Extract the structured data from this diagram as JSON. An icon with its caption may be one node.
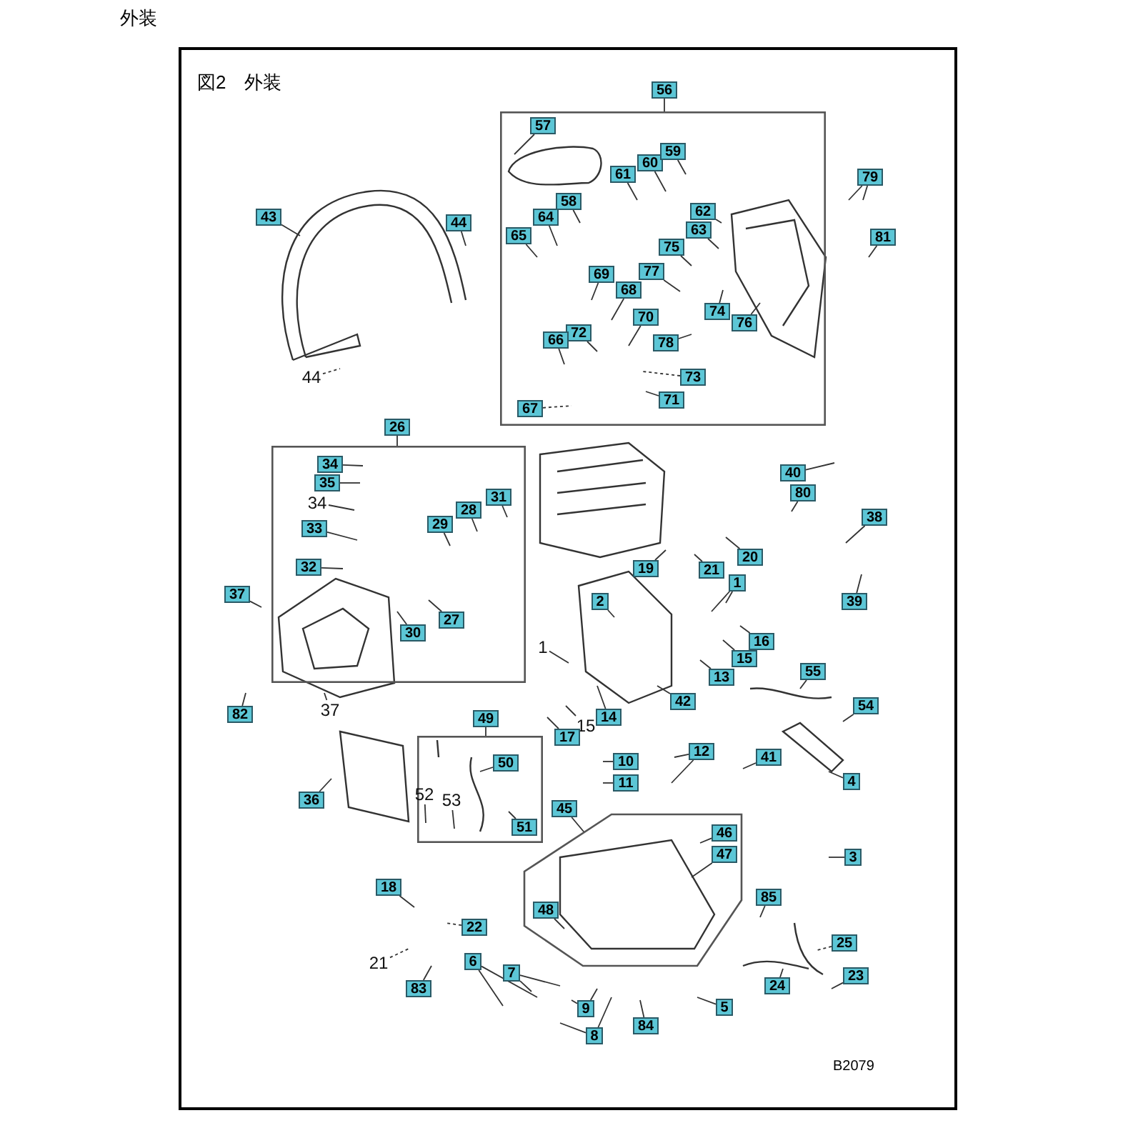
{
  "diagram": {
    "title": "外装",
    "nodes": [
      {
        "text": [
          "56"
        ]
      },
      {
        "text": [],
        "shape": "box"
      },
      {
        "text": [
          "57"
        ],
        "in": 1
      },
      {
        "text": [
          "61"
        ],
        "in": 1
      },
      {
        "text": [
          "60"
        ],
        "in": 1
      },
      {
        "text": [
          "59"
        ],
        "in": 1
      },
      {
        "text": [
          "58"
        ],
        "in": 1
      },
      {
        "text": [
          "64"
        ],
        "in": 1
      },
      {
        "text": [
          "65"
        ],
        "in": 1
      },
      {
        "text": [
          "62"
        ],
        "in": 1
      },
      {
        "text": [
          "63"
        ],
        "in": 1
      },
      {
        "text": [
          "75"
        ],
        "in": 1
      },
      {
        "text": [
          "77"
        ],
        "in": 1
      },
      {
        "text": [
          "69"
        ],
        "in": 1
      },
      {
        "text": [
          "68"
        ],
        "in": 1
      },
      {
        "text": [
          "74"
        ],
        "in": 1
      },
      {
        "text": [
          "76"
        ],
        "in": 1
      },
      {
        "text": [
          "70"
        ],
        "in": 1
      },
      {
        "text": [
          "72"
        ],
        "in": 1
      },
      {
        "text": [
          "78"
        ],
        "in": 1
      },
      {
        "text": [
          "66"
        ],
        "in": 1
      },
      {
        "text": [
          "73"
        ],
        "in": 1
      },
      {
        "text": [
          "71"
        ],
        "in": 1
      },
      {
        "text": [
          "67"
        ],
        "in": 1
      },
      {
        "text": [
          "79"
        ]
      },
      {
        "text": [
          "81"
        ]
      },
      {
        "text": [
          "43"
        ]
      },
      {
        "text": [
          "44"
        ]
      },
      {
        "text": [
          "44"
        ]
      },
      {
        "text": [
          "26"
        ]
      },
      {
        "text": [],
        "shape": "box"
      },
      {
        "text": [
          "34"
        ],
        "in": 30
      },
      {
        "text": [
          "35"
        ],
        "in": 30
      },
      {
        "text": [
          "34"
        ],
        "in": 30
      },
      {
        "text": [
          "33"
        ],
        "in": 30
      },
      {
        "text": [
          "32"
        ],
        "in": 30
      },
      {
        "text": [
          "29"
        ],
        "in": 30
      },
      {
        "text": [
          "28"
        ],
        "in": 30
      },
      {
        "text": [
          "31"
        ],
        "in": 30
      },
      {
        "text": [
          "27"
        ],
        "in": 30
      },
      {
        "text": [
          "30"
        ],
        "in": 30
      },
      {
        "text": [
          "40"
        ]
      },
      {
        "text": [
          "80"
        ]
      },
      {
        "text": [
          "38"
        ]
      },
      {
        "text": [
          "19"
        ]
      },
      {
        "text": [
          "20"
        ]
      },
      {
        "text": [
          "21"
        ]
      },
      {
        "text": [
          "1"
        ]
      },
      {
        "text": [
          "39"
        ]
      },
      {
        "text": [
          "37"
        ]
      },
      {
        "text": [
          "2"
        ]
      },
      {
        "text": [
          "16"
        ]
      },
      {
        "text": [
          "15"
        ]
      },
      {
        "text": [
          "13"
        ]
      },
      {
        "text": [
          "1"
        ]
      },
      {
        "text": [
          "42"
        ]
      },
      {
        "text": [
          "14"
        ]
      },
      {
        "text": [
          "15"
        ]
      },
      {
        "text": [
          "17"
        ]
      },
      {
        "text": [
          "82"
        ]
      },
      {
        "text": [
          "37"
        ]
      },
      {
        "text": [
          "55"
        ]
      },
      {
        "text": [
          "54"
        ]
      },
      {
        "text": [
          "49"
        ]
      },
      {
        "text": [],
        "shape": "box"
      },
      {
        "text": [
          "50"
        ],
        "in": 64
      },
      {
        "text": [
          "52"
        ],
        "in": 64
      },
      {
        "text": [
          "53"
        ],
        "in": 64
      },
      {
        "text": [
          "51"
        ],
        "in": 64
      },
      {
        "text": [
          "10"
        ]
      },
      {
        "text": [
          "11"
        ]
      },
      {
        "text": [
          "12"
        ]
      },
      {
        "text": [
          "41"
        ]
      },
      {
        "text": [
          "4"
        ]
      },
      {
        "text": [
          "36"
        ]
      },
      {
        "text": [
          "45"
        ]
      },
      {
        "text": [],
        "shape": "hexagon"
      },
      {
        "text": [
          "46"
        ],
        "in": 76
      },
      {
        "text": [
          "47"
        ],
        "in": 76
      },
      {
        "text": [
          "48"
        ],
        "in": 76
      },
      {
        "text": [
          "3"
        ]
      },
      {
        "text": [
          "18"
        ]
      },
      {
        "text": [
          "22"
        ]
      },
      {
        "text": [
          "21"
        ]
      },
      {
        "text": [
          "85"
        ]
      },
      {
        "text": [
          "83"
        ]
      },
      {
        "text": [
          "6"
        ]
      },
      {
        "text": [
          "7"
        ]
      },
      {
        "text": [
          "25"
        ]
      },
      {
        "text": [
          "23"
        ]
      },
      {
        "text": [
          "24"
        ]
      },
      {
        "text": [
          "9"
        ]
      },
      {
        "text": [
          "8"
        ]
      },
      {
        "text": [
          "84"
        ]
      },
      {
        "text": [
          "5"
        ]
      }
    ],
    "edges": [
      {
        "from": 2,
        "to": null,
        "arrow": "none"
      },
      {
        "from": 3,
        "to": null,
        "arrow": "none"
      },
      {
        "from": 4,
        "to": null,
        "arrow": "none"
      },
      {
        "from": 5,
        "to": null,
        "arrow": "none"
      },
      {
        "from": 6,
        "to": null,
        "arrow": "none"
      },
      {
        "from": 7,
        "to": null,
        "arrow": "none"
      },
      {
        "from": 8,
        "to": null,
        "arrow": "none"
      },
      {
        "from": 9,
        "to": null,
        "arrow": "none"
      },
      {
        "from": 10,
        "to": null,
        "arrow": "none"
      },
      {
        "from": 11,
        "to": null,
        "arrow": "none"
      },
      {
        "from": 12,
        "to": null,
        "arrow": "none"
      },
      {
        "from": 13,
        "to": null,
        "arrow": "none"
      },
      {
        "from": 14,
        "to": null,
        "arrow": "none"
      },
      {
        "from": 15,
        "to": null,
        "arrow": "none"
      },
      {
        "from": 16,
        "to": null,
        "arrow": "none"
      },
      {
        "from": 17,
        "to": null,
        "arrow": "none"
      },
      {
        "from": 18,
        "to": null,
        "arrow": "none"
      },
      {
        "from": 19,
        "to": null,
        "arrow": "none"
      },
      {
        "from": 20,
        "to": null,
        "arrow": "none"
      },
      {
        "from": 21,
        "to": null,
        "arrow": "none",
        "style": "dashed"
      },
      {
        "from": 22,
        "to": null,
        "arrow": "none"
      },
      {
        "from": 23,
        "to": null,
        "arrow": "none",
        "style": "dashed"
      },
      {
        "from": 24,
        "to": null,
        "arrow": "none"
      },
      {
        "from": 24,
        "to": null,
        "arrow": "none"
      },
      {
        "from": 25,
        "to": null,
        "arrow": "none"
      },
      {
        "from": 26,
        "to": null,
        "arrow": "none"
      },
      {
        "from": 27,
        "to": null,
        "arrow": "none"
      },
      {
        "from": 28,
        "to": null,
        "arrow": "none",
        "style": "dashed"
      },
      {
        "from": 31,
        "to": null,
        "arrow": "none"
      },
      {
        "from": 32,
        "to": null,
        "arrow": "none"
      },
      {
        "from": 33,
        "to": null,
        "arrow": "none"
      },
      {
        "from": 34,
        "to": null,
        "arrow": "none"
      },
      {
        "from": 35,
        "to": null,
        "arrow": "none"
      },
      {
        "from": 36,
        "to": null,
        "arrow": "none"
      },
      {
        "from": 37,
        "to": null,
        "arrow": "none"
      },
      {
        "from": 38,
        "to": null,
        "arrow": "none"
      },
      {
        "from": 39,
        "to": null,
        "arrow": "none"
      },
      {
        "from": 40,
        "to": null,
        "arrow": "none"
      },
      {
        "from": 41,
        "to": null,
        "arrow": "none"
      },
      {
        "from": 42,
        "to": null,
        "arrow": "none"
      },
      {
        "from": 43,
        "to": null,
        "arrow": "none"
      },
      {
        "from": 44,
        "to": null,
        "arrow": "none"
      },
      {
        "from": 45,
        "to": null,
        "arrow": "none"
      },
      {
        "from": 46,
        "to": null,
        "arrow": "none"
      },
      {
        "from": 47,
        "to": null,
        "arrow": "none"
      },
      {
        "from": 47,
        "to": null,
        "arrow": "none"
      },
      {
        "from": 48,
        "to": null,
        "arrow": "none"
      },
      {
        "from": 49,
        "to": null,
        "arrow": "none"
      },
      {
        "from": 50,
        "to": null,
        "arrow": "none"
      },
      {
        "from": 51,
        "to": null,
        "arrow": "none"
      },
      {
        "from": 52,
        "to": null,
        "arrow": "none"
      },
      {
        "from": 53,
        "to": null,
        "arrow": "none"
      },
      {
        "from": 54,
        "to": null,
        "arrow": "none"
      },
      {
        "from": 55,
        "to": null,
        "arrow": "none"
      },
      {
        "from": 56,
        "to": null,
        "arrow": "none"
      },
      {
        "from": 57,
        "to": null,
        "arrow": "none"
      },
      {
        "from": 58,
        "to": null,
        "arrow": "none"
      },
      {
        "from": 59,
        "to": null,
        "arrow": "none"
      },
      {
        "from": 60,
        "to": null,
        "arrow": "none"
      },
      {
        "from": 61,
        "to": null,
        "arrow": "none"
      },
      {
        "from": 62,
        "to": null,
        "arrow": "none"
      },
      {
        "from": 65,
        "to": null,
        "arrow": "none"
      },
      {
        "from": 66,
        "to": null,
        "arrow": "none"
      },
      {
        "from": 67,
        "to": null,
        "arrow": "none"
      },
      {
        "from": 68,
        "to": null,
        "arrow": "none"
      },
      {
        "from": 69,
        "to": null,
        "arrow": "none"
      },
      {
        "from": 70,
        "to": null,
        "arrow": "none"
      },
      {
        "from": 71,
        "to": null,
        "arrow": "none"
      },
      {
        "from": 71,
        "to": null,
        "arrow": "none"
      },
      {
        "from": 72,
        "to": null,
        "arrow": "none"
      },
      {
        "from": 73,
        "to": null,
        "arrow": "none"
      },
      {
        "from": 74,
        "to": null,
        "arrow": "none"
      },
      {
        "from": 77,
        "to": null,
        "arrow": "none"
      },
      {
        "from": 78,
        "to": null,
        "arrow": "none"
      },
      {
        "from": 79,
        "to": null,
        "arrow": "none"
      },
      {
        "from": 80,
        "to": null,
        "arrow": "none"
      },
      {
        "from": 81,
        "to": null,
        "arrow": "none"
      },
      {
        "from": 82,
        "to": null,
        "arrow": "none",
        "style": "dashed"
      },
      {
        "from": 83,
        "to": null,
        "arrow": "none",
        "style": "dashed"
      },
      {
        "from": 84,
        "to": null,
        "arrow": "none"
      },
      {
        "from": 85,
        "to": null,
        "arrow": "none"
      },
      {
        "from": 86,
        "to": null,
        "arrow": "none"
      },
      {
        "from": 86,
        "to": null,
        "arrow": "none"
      },
      {
        "from": 87,
        "to": null,
        "arrow": "none"
      },
      {
        "from": 87,
        "to": null,
        "arrow": "none"
      },
      {
        "from": 88,
        "to": null,
        "arrow": "none",
        "style": "dashed"
      },
      {
        "from": 89,
        "to": null,
        "arrow": "none"
      },
      {
        "from": 90,
        "to": null,
        "arrow": "none"
      },
      {
        "from": 91,
        "to": null,
        "arrow": "none"
      },
      {
        "from": 91,
        "to": null,
        "arrow": "none"
      },
      {
        "from": 92,
        "to": null,
        "arrow": "none"
      },
      {
        "from": 92,
        "to": null,
        "arrow": "none"
      },
      {
        "from": 93,
        "to": null,
        "arrow": "none"
      },
      {
        "from": 94,
        "to": null,
        "arrow": "none"
      },
      {
        "from": 0,
        "to": 1,
        "arrow": "none"
      },
      {
        "from": 29,
        "to": 30,
        "arrow": "none"
      },
      {
        "from": 63,
        "to": 64,
        "arrow": "none"
      },
      {
        "from": 75,
        "to": 76,
        "arrow": "none"
      }
    ],
    "labels": [
      "図2　外装",
      "B2079"
    ]
  }
}
